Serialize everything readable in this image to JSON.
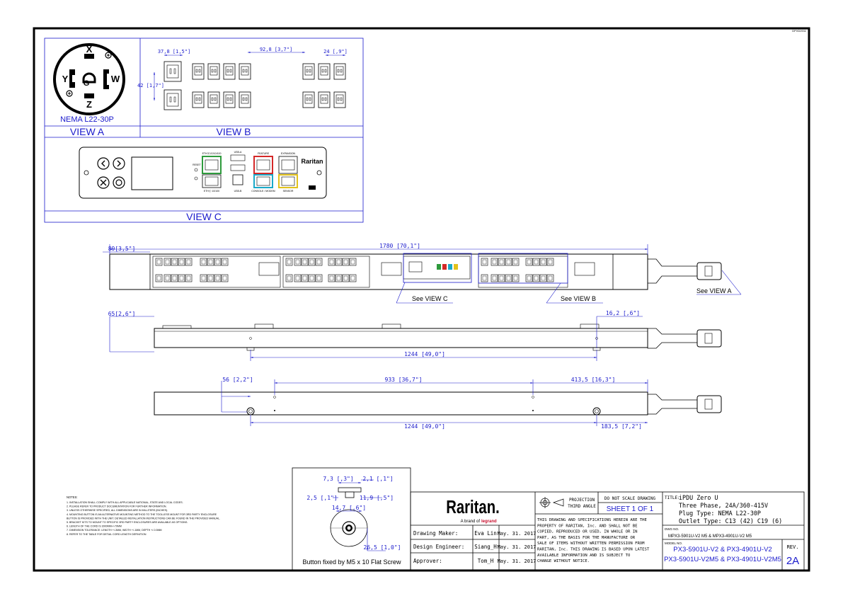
{
  "sheet_id": "DPXD2011",
  "views": {
    "a_plug_label": "NEMA L22-30P",
    "a_title": "VIEW A",
    "b_title": "VIEW B",
    "c_title": "VIEW C",
    "pins": {
      "x": "X",
      "y": "Y",
      "w": "W",
      "z": "Z",
      "g": "G"
    }
  },
  "dims_view_b": {
    "w_c19": "37,8 [1,5\"]",
    "outlet_gap": "92,8 [3,7\"]",
    "w_c13": "24 [,9\"]",
    "h_row": "42 [1,7\"]"
  },
  "controller": {
    "brand": "Raritan",
    "reset": "RESET",
    "eth1": "ETHⓑ1G/10/100",
    "eth2": "ETHⓒ 10/100",
    "usb_a": "USB-A",
    "usb_b": "USB-B",
    "feature": "FEATURE",
    "expansion": "EXPANSION",
    "console": "CONSOLE / MODEM",
    "sensor": "SENSOR"
  },
  "dims_main": {
    "overall_length": "1780 [70,1\"]",
    "head_len": "89[3,5\"]",
    "see_view_c": "See VIEW C",
    "see_view_b": "See VIEW B",
    "see_view_a": "See VIEW A",
    "side_depth": "65[2,6\"]",
    "side_right": "16,2 [,6\"]",
    "side_mount": "1244 [49,0\"]",
    "back_left": "56 [2,2\"]",
    "back_mid": "933 [36,7\"]",
    "back_right": "413,5 [16,3\"]",
    "back_mount": "1244 [49,0\"]",
    "back_end": "183,5 [7,2\"]"
  },
  "button_detail": {
    "d1": "7,3 [,3\"]",
    "d2": "2,1 [,1\"]",
    "d3": "2,5 [,1\"]",
    "d4": "11,9 [,5\"]",
    "d5": "14,7 [,6\"]",
    "d6": "26,5 [1,0\"]",
    "caption": "Button fixed by M5 x 10 Flat Screw"
  },
  "notes": {
    "title": "NOTES:",
    "lines": [
      "1. INSTALLATION SHALL COMPLY WITH ALL APPLICABLE NATIONAL, STATE AND LOCAL CODES.",
      "2. PLEASE REFER TO PRODUCT DOCUMENTATION FOR FURTHER INFORMATION.",
      "3. UNLESS OTHERWISE SPECIFIED, ALL DIMENSIONS ARE IN MILLITERS (INCHES).",
      "4. MOUNTING BUTTON IS AN ALTERNATIVE MOUNTING METHOD TO THE TOOLLESS MOUNT FOR 3RD PARTY ENCLOSURE",
      "   BUTTON IS PROVIDED WITH THE UNIT. DETAILED INSTALLATION INSTRUCTIONS CAN BE FOUND IN THE PROVIDED MANUAL.",
      "5. BRACKET KITS TO MOUNT TO SPECIFIC 3RD PARTY ENCLOSURES ARE AVAILABLE AS OPTIONS.",
      "6. LENGTH OF THE CORD IS 3000MM+/-70MM",
      "7. DIMENSION TOLERANCE: LENGTH +/-3MM, WIDTH +/-1MM, DEPTH +/-0.5MM",
      "8. REFER TO THE TABLE FOR DETAIL CORD LENGTH DEFINITION"
    ]
  },
  "title_block": {
    "brand": "Raritan.",
    "tagline": "A brand of",
    "tagline_brand": "legrand",
    "rows": [
      {
        "role": "Drawing Maker:",
        "name": "Eva Lin",
        "date": "May. 31. 2017"
      },
      {
        "role": "Design Engineer:",
        "name": "Siang_H",
        "date": "May. 31. 2017"
      },
      {
        "role": "Approver:",
        "name": "Tom_H",
        "date": "May. 31. 2017"
      }
    ],
    "projection": "PROJECTION",
    "third_angle": "THIRD ANGLE",
    "do_not_scale": "DO NOT SCALE DRAWING",
    "sheet": "SHEET 1 OF 1",
    "disclaimer": [
      "THIS DRAWING AND SPECIFICATIONS HEREIN ARE THE",
      "PROPERTY OF RARITAN, Inc. AND SHALL NOT BE",
      "COPIED, REPRODUCED OR USED, IN WHOLE OR IN",
      "PART, AS THE BASIS FOR THE MANUFACTURE OR",
      "SALE OF ITEMS WITHOUT WRITTEN PERMISSION FROM",
      "RARITAN, Inc. THIS DRAWING IS BASED UPON LATEST",
      "AVAILABLE INFORMATION AND IS SUBJECT TO",
      "CHANGE WITHOUT NOTICE."
    ],
    "title_label": "TITLE:",
    "title_lines": [
      "iPDU Zero U",
      "Three Phase, 24A/360-415V",
      "Plug Type: NEMA L22-30P",
      "Outlet Type:  C13 (42) C19 (6)"
    ],
    "dwg_label": "DWG NO.",
    "dwg_no": "MPX3-5901U-V2 M5 & MPX3-4901U-V2 M5",
    "model_label": "MODEL NO.",
    "model_1": "PX3-5901U-V2 & PX3-4901U-V2",
    "model_2": "PX3-5901U-V2M5 & PX3-4901U-V2M5",
    "rev_label": "REV.",
    "rev": "2A"
  },
  "colors": {
    "frame": "#000000",
    "annotation": "#1a1acc",
    "green": "#2e9a3c",
    "red": "#d42828",
    "cyan": "#1aa9c9",
    "yellow": "#e2c21c",
    "brand_red": "#c8102e"
  }
}
